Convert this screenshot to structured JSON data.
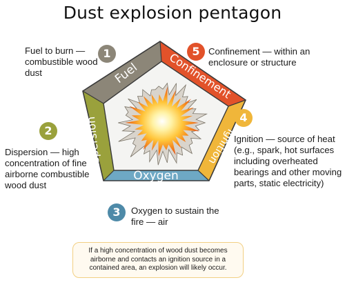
{
  "title": "Dust explosion pentagon",
  "sides": {
    "fuel": "Fuel",
    "confinement": "Confinement",
    "ignition": "Ignition",
    "oxygen": "Oxygen",
    "dispersion": "Dispersion"
  },
  "items": [
    {
      "number": "1",
      "text": "Fuel to burn — combustible wood dust",
      "color": "#8c8678"
    },
    {
      "number": "2",
      "text": "Dispersion — high concentration of fine airborne combustible wood dust",
      "color": "#9aa13c"
    },
    {
      "number": "3",
      "text": "Oxygen to sustain the fire — air",
      "color": "#4e8aa8"
    },
    {
      "number": "4",
      "text": "Ignition — source of heat (e.g., spark, hot surfaces including overheated bearings and other moving parts, static electricity)",
      "color": "#f0b63a"
    },
    {
      "number": "5",
      "text": "Confinement — within an enclosure or structure",
      "color": "#e2522a"
    }
  ],
  "note": "If a high concentration of wood dust becomes airborne and contacts an ignition source in a contained area, an explosion will likely occur.",
  "colors": {
    "fuel": "#8c8678",
    "confinement": "#e2522a",
    "ignition": "#f0b63a",
    "oxygen": "#6ea8c4",
    "dispersion": "#9aa13c",
    "note_border": "#f2cf82"
  }
}
